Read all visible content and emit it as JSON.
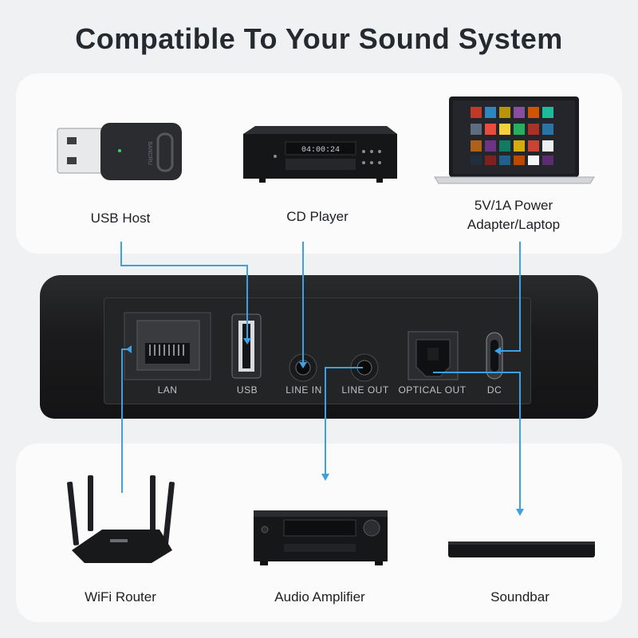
{
  "title": "Compatible To Your Sound System",
  "devices_top": [
    {
      "name": "USB Host",
      "icon": "usb-dongle-icon"
    },
    {
      "name": "CD Player",
      "icon": "cd-player-icon"
    },
    {
      "name": "5V/1A Power\nAdapter/Laptop",
      "line1": "5V/1A Power",
      "line2": "Adapter/Laptop",
      "icon": "laptop-icon"
    }
  ],
  "devices_bottom": [
    {
      "name": "WiFi Router",
      "icon": "router-icon"
    },
    {
      "name": "Audio Amplifier",
      "icon": "amplifier-icon"
    },
    {
      "name": "Soundbar",
      "icon": "soundbar-icon"
    }
  ],
  "ports": [
    "LAN",
    "USB",
    "LINE IN",
    "LINE OUT",
    "OPTICAL OUT",
    "DC"
  ],
  "usb_brand": "BANDRU",
  "cd_display": "04:00:24",
  "colors": {
    "connector": "#3ea0e4",
    "device": "#17181a",
    "panel": "#fbfbfb",
    "background": "#f0f1f2"
  }
}
